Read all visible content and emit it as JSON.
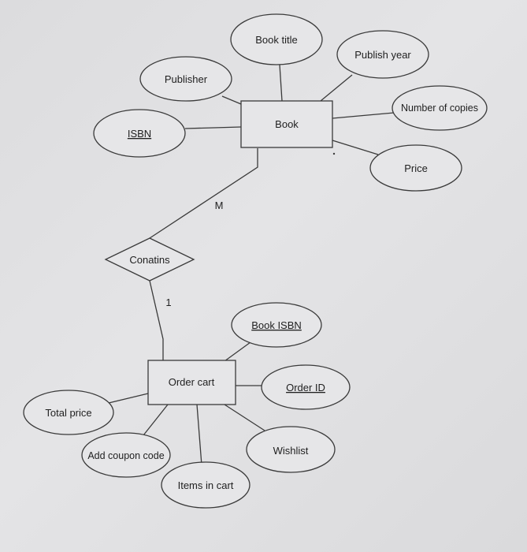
{
  "entities": {
    "book": "Book",
    "order_cart": "Order cart"
  },
  "relationship": {
    "name": "Conatins",
    "cardinality_book": "M",
    "cardinality_cart": "1"
  },
  "book_attributes": {
    "book_title": "Book title",
    "publish_year": "Publish year",
    "publisher": "Publisher",
    "number_of_copies": "Number of copies",
    "isbn": "ISBN",
    "price": "Price"
  },
  "cart_attributes": {
    "book_isbn": "Book ISBN",
    "order_id": "Order ID",
    "total_price": "Total price",
    "wishlist": "Wishlist",
    "add_coupon_code": "Add coupon code",
    "items_in_cart": "Items in cart"
  },
  "colors": {
    "background": "#dcdcde",
    "stroke": "#3a3a3a",
    "fill": "#e6e6e8"
  }
}
